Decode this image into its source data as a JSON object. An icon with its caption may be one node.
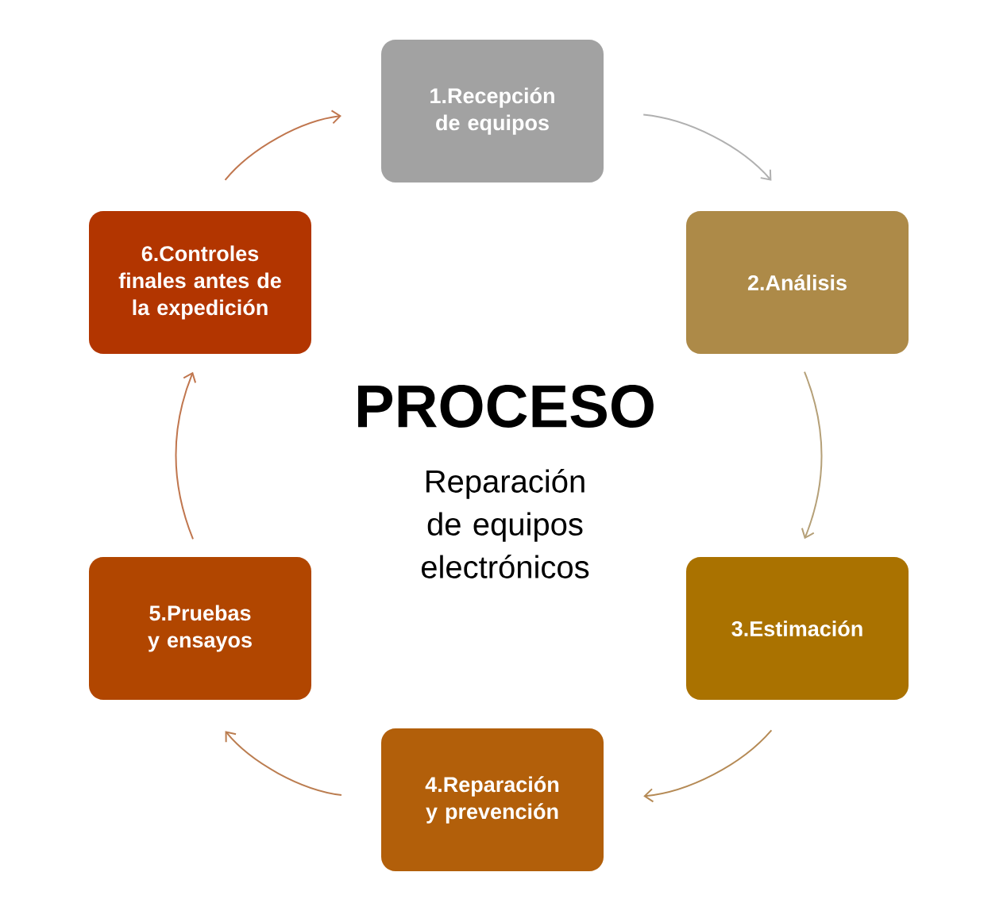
{
  "diagram": {
    "title": "PROCESO",
    "nodes": [
      {
        "text": [
          "1.Recepción de equipos"
        ]
      },
      {
        "text": [
          "2.Análisis"
        ]
      },
      {
        "text": [
          "3.Estimación"
        ]
      },
      {
        "text": [
          "4.Reparación y prevención"
        ]
      },
      {
        "text": [
          "5.Pruebas y ensayos"
        ]
      },
      {
        "text": [
          "6.Controles finales antes de la expedición"
        ]
      }
    ],
    "edges": [
      {
        "from": 0,
        "to": 1,
        "arrow": "to",
        "color": "#b0b0b0"
      },
      {
        "from": 1,
        "to": 2,
        "arrow": "to",
        "color": "#b5a078"
      },
      {
        "from": 2,
        "to": 3,
        "arrow": "to",
        "color": "#b58a55"
      },
      {
        "from": 3,
        "to": 4,
        "arrow": "to",
        "color": "#bb7d50"
      },
      {
        "from": 4,
        "to": 5,
        "arrow": "to",
        "color": "#c0764e"
      },
      {
        "from": 5,
        "to": 0,
        "arrow": "to",
        "color": "#c0764e"
      }
    ],
    "labels": [
      "Reparación de equipos electrónicos"
    ]
  }
}
